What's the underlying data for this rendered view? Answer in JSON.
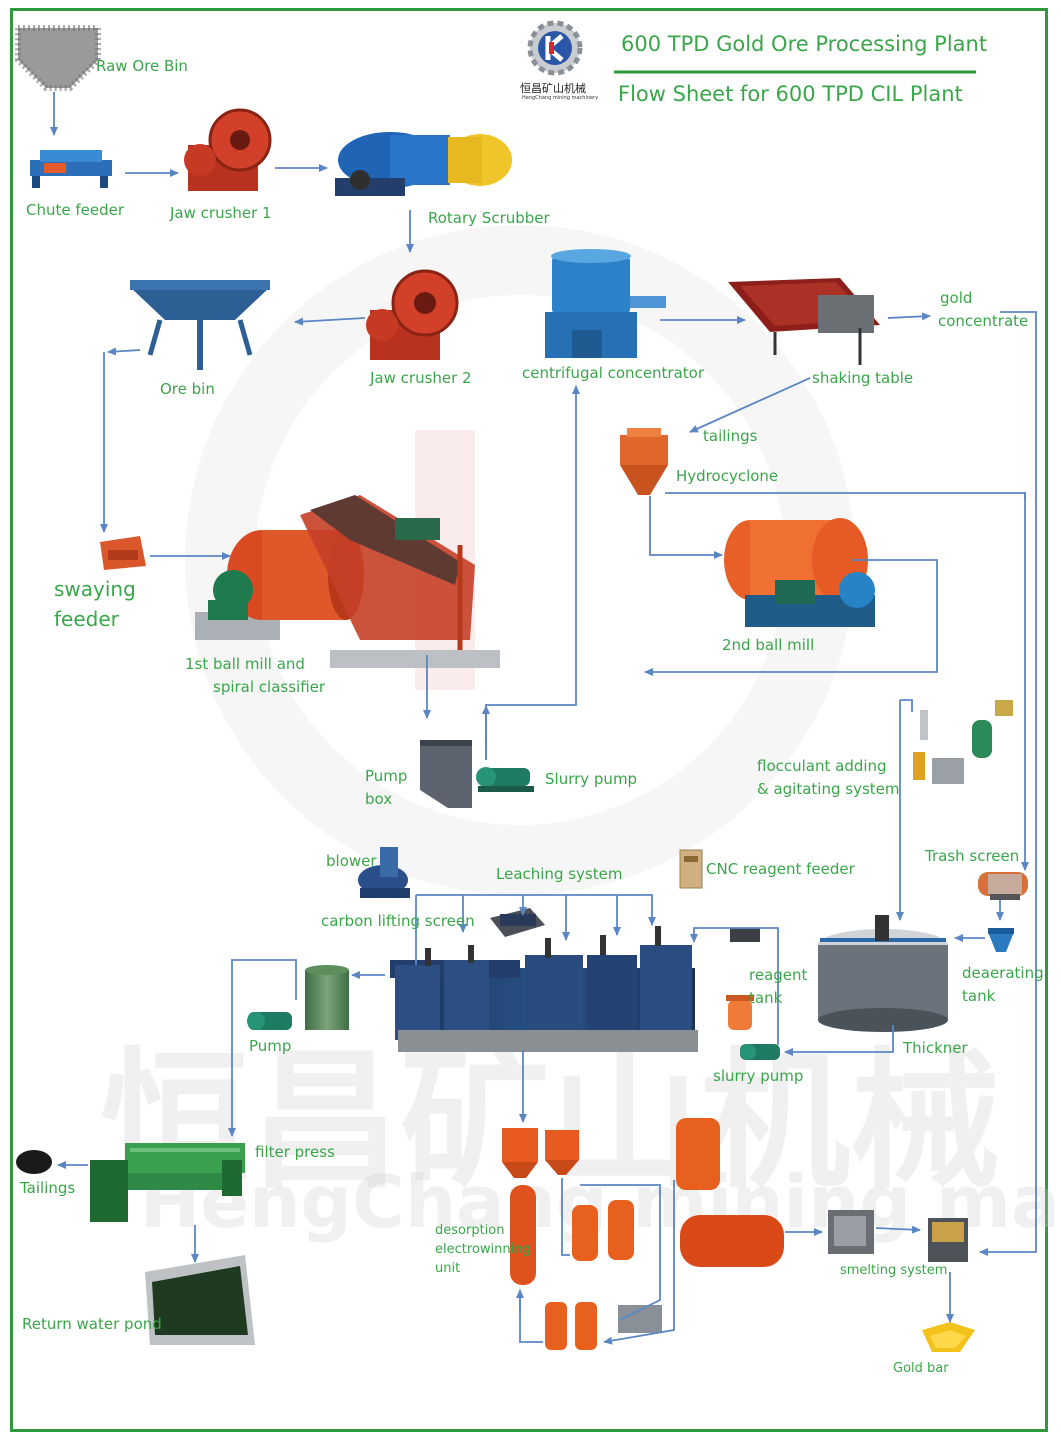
{
  "header": {
    "title": "600 TPD Gold Ore Processing Plant",
    "subtitle": "Flow Sheet for 600 TPD CIL Plant",
    "logo_letter": "K",
    "logo_cn": "恒昌矿山机械",
    "logo_en": "HengChang mining machinery"
  },
  "watermark": {
    "cn": "恒昌矿山机械",
    "en": "HengChang mining machinery"
  },
  "labels": {
    "raw_ore_bin": "Raw Ore Bin",
    "chute_feeder": "Chute feeder",
    "jaw_crusher_1": "Jaw crusher 1",
    "rotary_scrubber": "Rotary Scrubber",
    "ore_bin": "Ore bin",
    "jaw_crusher_2": "Jaw crusher 2",
    "centrifugal_concentrator": "centrifugal concentrator",
    "shaking_table": "shaking table",
    "gold": "gold",
    "concentrate": "concentrate",
    "tailings_top": "tailings",
    "hydrocyclone": "Hydrocyclone",
    "swaying": "swaying",
    "feeder": "feeder",
    "ball_mill_1_line1": "1st ball mill and",
    "ball_mill_1_line2": "spiral classifier",
    "ball_mill_2": "2nd ball mill",
    "pump_box_1": "Pump",
    "pump_box_2": "box",
    "slurry_pump_top": "Slurry pump",
    "flocculant_1": "flocculant adding",
    "flocculant_2": "& agitating system",
    "blower": "blower",
    "leaching_system": "Leaching system",
    "cnc_reagent_feeder": "CNC reagent feeder",
    "trash_screen": "Trash screen",
    "carbon_lifting_screen": "carbon lifting screen",
    "reagent": "reagent",
    "tank": "tank",
    "deaerating": "deaerating",
    "deaerating_tank": "tank",
    "pump": "Pump",
    "thickner": "Thickner",
    "slurry_pump_bottom": "slurry pump",
    "filter_press": "filter press",
    "tailings_bottom": "Tailings",
    "desorption_1": "desorption",
    "desorption_2": "electrowinning",
    "desorption_3": "unit",
    "smelting_system": "smelting system",
    "return_water_pond": "Return water pond",
    "gold_bar": "Gold bar"
  },
  "colors": {
    "label_green": "#3aa64a",
    "frame_green": "#2e9a3b",
    "arrow_blue": "#5b86c4",
    "equipment_red": "#c93a22",
    "equipment_orange": "#e0642a",
    "equipment_blue": "#2a5aa6",
    "tank_navy": "#1f3e6e",
    "mill_green": "#1e7a4e"
  }
}
